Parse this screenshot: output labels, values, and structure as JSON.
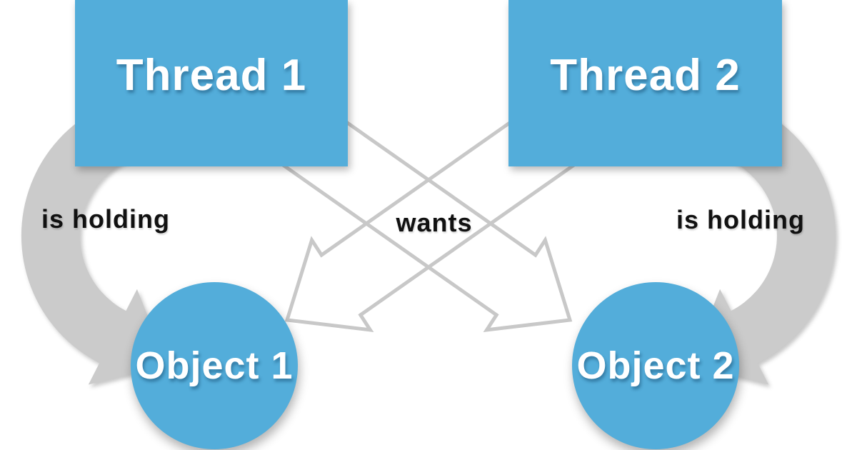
{
  "diagram": {
    "type": "deadlock-diagram",
    "nodes": {
      "thread1": {
        "label": "Thread 1",
        "shape": "box"
      },
      "thread2": {
        "label": "Thread 2",
        "shape": "box"
      },
      "object1": {
        "label": "Object 1",
        "shape": "circle"
      },
      "object2": {
        "label": "Object 2",
        "shape": "circle"
      }
    },
    "relations": {
      "left_holding": {
        "label": "is holding",
        "from": "thread1",
        "to": "object1",
        "icon": "curved-arrow-icon"
      },
      "right_holding": {
        "label": "is holding",
        "from": "thread2",
        "to": "object2",
        "icon": "curved-arrow-icon"
      },
      "wants_t1": {
        "label": "wants",
        "from": "thread1",
        "to": "object2",
        "icon": "straight-arrow-icon"
      },
      "wants_t2": {
        "label": "wants",
        "from": "thread2",
        "to": "object1",
        "icon": "straight-arrow-icon"
      }
    },
    "colors": {
      "background": "#FFFFFF",
      "node_fill": "#53ADDA",
      "node_text": "#FFFFFF",
      "holding_arrow": "#CBCBCB",
      "wants_arrow_fill": "#FFFFFF",
      "wants_arrow_outline": "#C8C8C8",
      "label_text": "#111111"
    }
  }
}
